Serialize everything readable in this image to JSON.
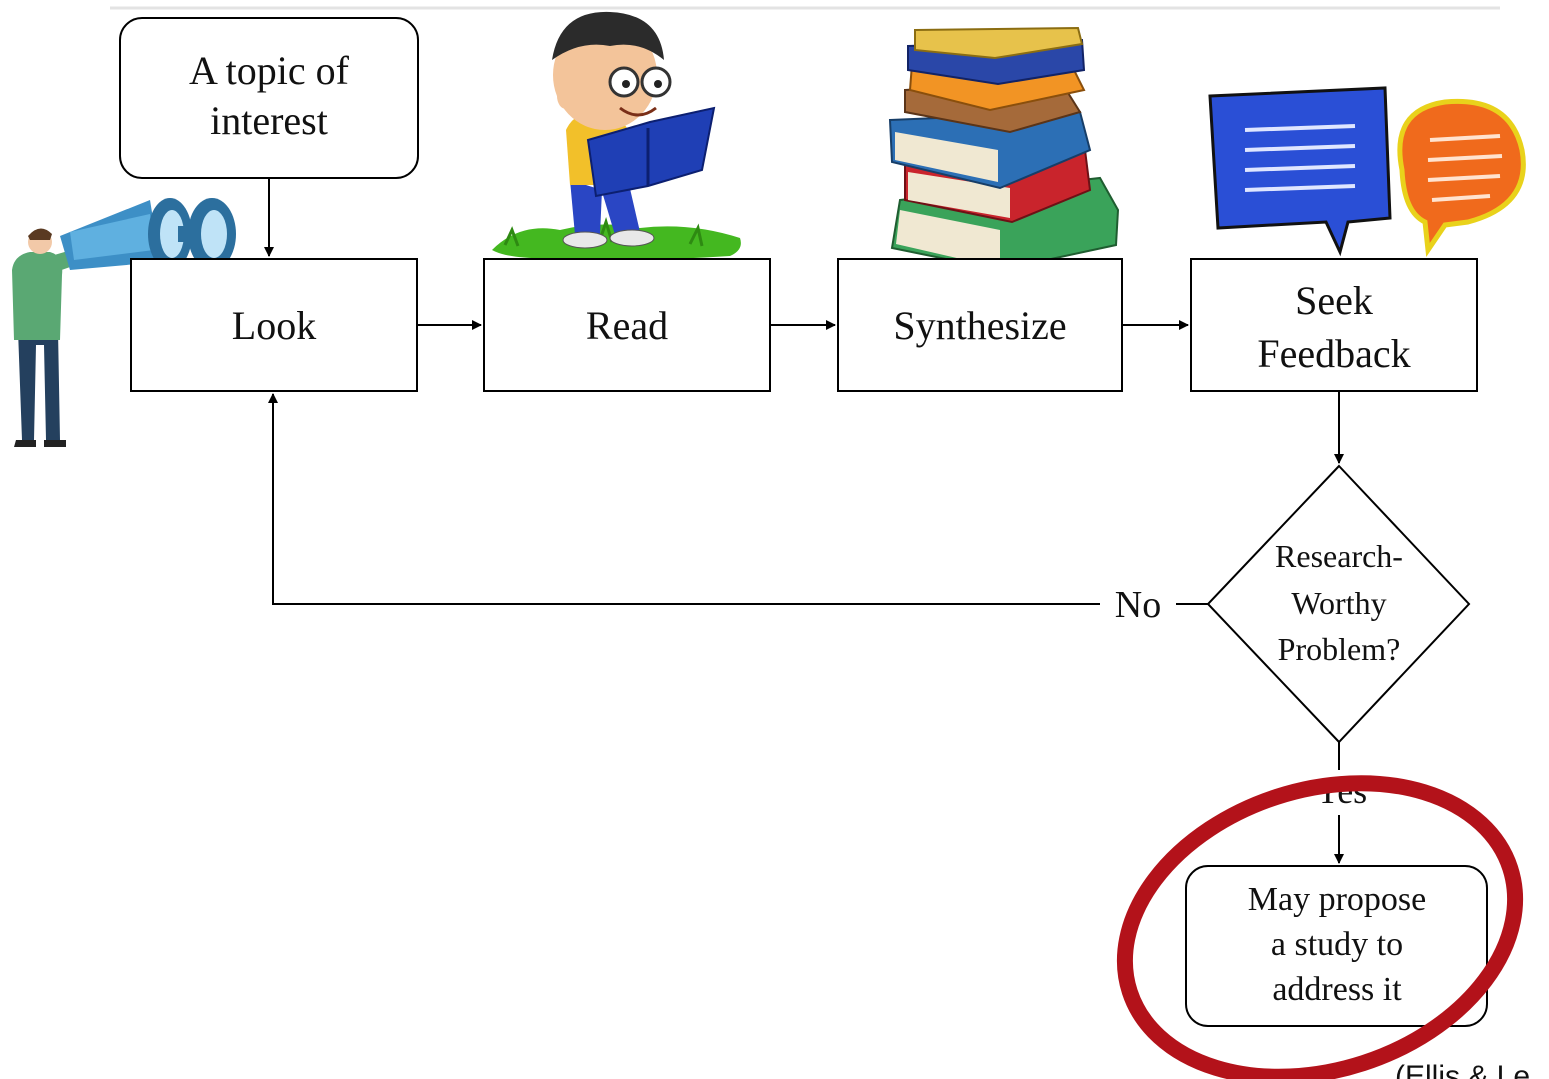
{
  "diagram": {
    "nodes": {
      "topic": {
        "label_lines": [
          "A topic of",
          "interest"
        ]
      },
      "look": {
        "label": "Look"
      },
      "read": {
        "label": "Read"
      },
      "synthesize": {
        "label": "Synthesize"
      },
      "feedback": {
        "label_lines": [
          "Seek",
          "Feedback"
        ]
      },
      "decision": {
        "label_lines": [
          "Research-",
          "Worthy",
          "Problem?"
        ]
      },
      "propose": {
        "label_lines": [
          "May propose",
          "a study to",
          "address it"
        ]
      }
    },
    "edge_labels": {
      "no": "No",
      "yes": "Yes"
    },
    "citation": "(Ellis & Le"
  },
  "icons": [
    "binoculars-person-icon",
    "boy-reading-icon",
    "book-stack-icon",
    "speech-bubbles-icon"
  ],
  "colors": {
    "highlight_ring": "#b3121a",
    "binocular_blue": "#3d8fc6",
    "book_blue": "#1f3fb5",
    "bubble_blue": "#2a4fd6",
    "bubble_orange": "#f06a1c",
    "grass": "#44b820"
  }
}
